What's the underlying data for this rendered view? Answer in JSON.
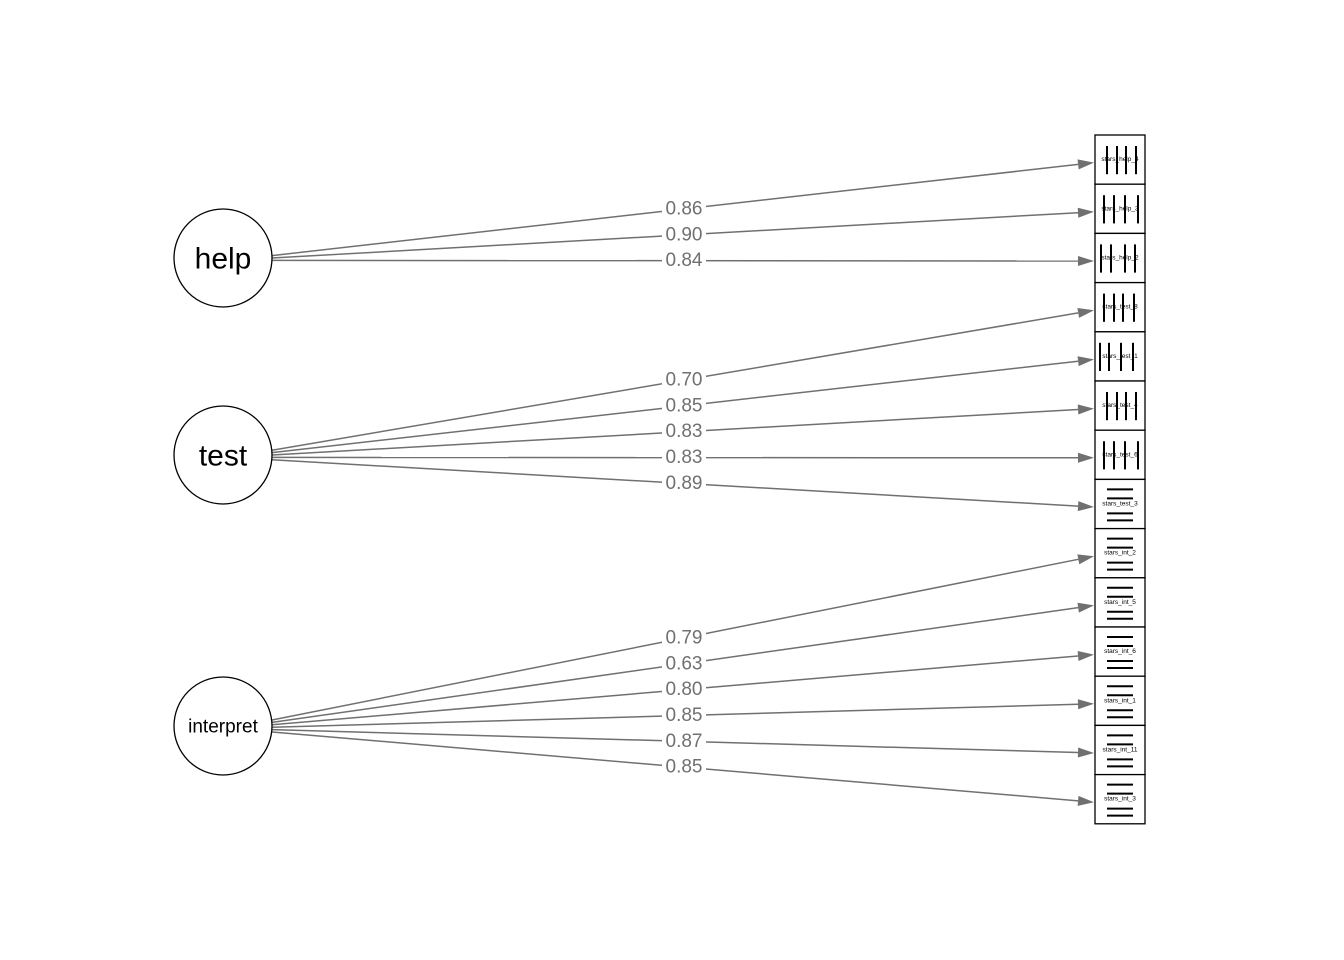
{
  "diagram": {
    "type": "sem-path-diagram",
    "latents": [
      {
        "id": "help",
        "label": "help"
      },
      {
        "id": "test",
        "label": "test"
      },
      {
        "id": "interpret",
        "label": "interpret"
      }
    ],
    "observed": [
      {
        "id": "stars_help_4",
        "label": "stars_help_4",
        "glyph": "vertical"
      },
      {
        "id": "stars_help_3",
        "label": "stars_help_3",
        "glyph": "vertical"
      },
      {
        "id": "stars_help_2",
        "label": "stars_help_2",
        "glyph": "vertical"
      },
      {
        "id": "stars_test_8",
        "label": "stars_test_8",
        "glyph": "vertical"
      },
      {
        "id": "stars_test_1",
        "label": "stars_test_1",
        "glyph": "vertical"
      },
      {
        "id": "stars_test_4",
        "label": "stars_test_4",
        "glyph": "vertical"
      },
      {
        "id": "stars_test_6",
        "label": "stars_test_6",
        "glyph": "vertical"
      },
      {
        "id": "stars_test_3",
        "label": "stars_test_3",
        "glyph": "horizontal"
      },
      {
        "id": "stars_int_2",
        "label": "stars_int_2",
        "glyph": "horizontal"
      },
      {
        "id": "stars_int_5",
        "label": "stars_int_5",
        "glyph": "horizontal"
      },
      {
        "id": "stars_int_6",
        "label": "stars_int_6",
        "glyph": "horizontal"
      },
      {
        "id": "stars_int_1",
        "label": "stars_int_1",
        "glyph": "horizontal"
      },
      {
        "id": "stars_int_11",
        "label": "stars_int_11",
        "glyph": "horizontal"
      },
      {
        "id": "stars_int_3",
        "label": "stars_int_3",
        "glyph": "horizontal"
      }
    ],
    "paths": [
      {
        "from": "help",
        "to": "stars_help_4",
        "label": "0.86"
      },
      {
        "from": "help",
        "to": "stars_help_3",
        "label": "0.90"
      },
      {
        "from": "help",
        "to": "stars_help_2",
        "label": "0.84"
      },
      {
        "from": "test",
        "to": "stars_test_8",
        "label": "0.70"
      },
      {
        "from": "test",
        "to": "stars_test_1",
        "label": "0.85"
      },
      {
        "from": "test",
        "to": "stars_test_4",
        "label": "0.83"
      },
      {
        "from": "test",
        "to": "stars_test_6",
        "label": "0.83"
      },
      {
        "from": "test",
        "to": "stars_test_3",
        "label": "0.89"
      },
      {
        "from": "interpret",
        "to": "stars_int_2",
        "label": "0.79"
      },
      {
        "from": "interpret",
        "to": "stars_int_5",
        "label": "0.63"
      },
      {
        "from": "interpret",
        "to": "stars_int_6",
        "label": "0.80"
      },
      {
        "from": "interpret",
        "to": "stars_int_1",
        "label": "0.85"
      },
      {
        "from": "interpret",
        "to": "stars_int_11",
        "label": "0.87"
      },
      {
        "from": "interpret",
        "to": "stars_int_3",
        "label": "0.85"
      }
    ],
    "colors": {
      "edge": "#707070",
      "node_stroke": "#000000",
      "background": "#ffffff"
    }
  }
}
